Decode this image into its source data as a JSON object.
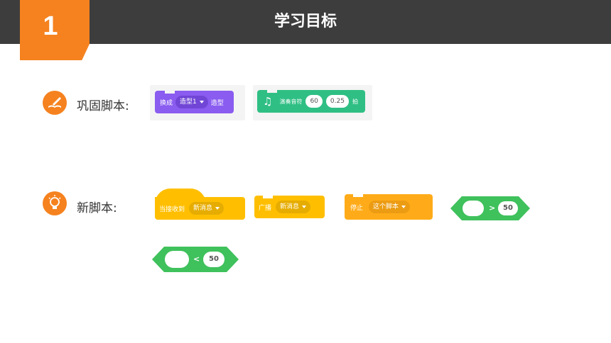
{
  "header": {
    "section_number": "1",
    "title": "学习目标"
  },
  "sections": [
    {
      "label": "巩固脚本:",
      "icon": "book-pen-icon"
    },
    {
      "label": "新脚本:",
      "icon": "lightbulb-icon"
    }
  ],
  "blocks": {
    "switch_costume": {
      "prefix": "换成",
      "dropdown": "造型1",
      "suffix": "造型"
    },
    "play_note": {
      "label": "演奏音符",
      "note": "60",
      "beats": "0.25",
      "suffix": "拍"
    },
    "when_receive": {
      "label": "当接收到",
      "dropdown": "新消息"
    },
    "broadcast": {
      "label": "广播",
      "dropdown": "新消息"
    },
    "stop": {
      "label": "停止",
      "dropdown": "这个脚本"
    },
    "greater_than": {
      "operator": ">",
      "value": "50"
    },
    "less_than": {
      "operator": "<",
      "value": "50"
    }
  },
  "colors": {
    "header_bg": "#3d3d3d",
    "accent_orange": "#f5821f",
    "looks_purple": "#8a5cf0",
    "music_green": "#2fbf84",
    "events_yellow": "#ffbf00",
    "control_orange": "#ffab19",
    "operator_green": "#3fc15c"
  }
}
